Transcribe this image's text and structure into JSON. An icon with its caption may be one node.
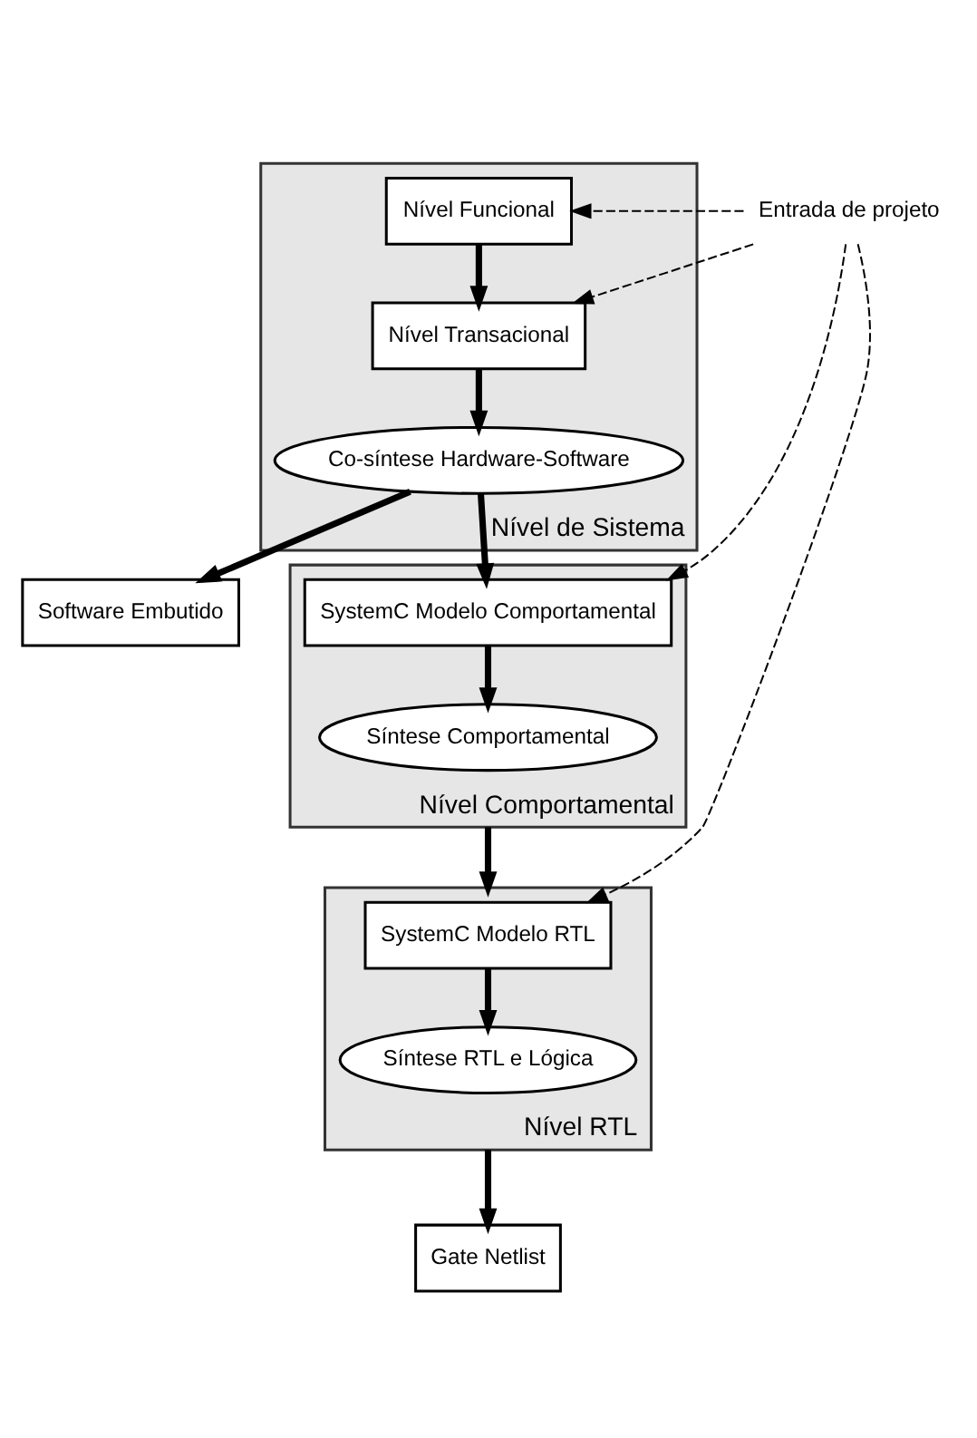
{
  "diagram": {
    "nodes": [
      {
        "text": [
          "Nível de Sistema"
        ]
      },
      {
        "text": [
          "Nível Funcional"
        ],
        "in": 0
      },
      {
        "text": [
          "Nível Transacional"
        ],
        "in": 0
      },
      {
        "text": [
          "Co-síntese Hardware-Software"
        ],
        "in": 0
      },
      {
        "text": [
          "Entrada de projeto"
        ]
      },
      {
        "text": [
          "Software Embutido"
        ]
      },
      {
        "text": [
          "Nível Comportamental"
        ]
      },
      {
        "text": [
          "SystemC Modelo Comportamental"
        ],
        "in": 6
      },
      {
        "text": [
          "Síntese Comportamental"
        ],
        "in": 6
      },
      {
        "text": [
          "Nível RTL"
        ]
      },
      {
        "text": [
          "SystemC Modelo RTL"
        ],
        "in": 9
      },
      {
        "text": [
          "Síntese RTL e Lógica"
        ],
        "in": 9
      },
      {
        "text": [
          "Gate Netlist"
        ]
      }
    ],
    "edges": [
      {
        "from": 1,
        "to": 2,
        "arrow": "to"
      },
      {
        "from": 2,
        "to": 3,
        "arrow": "to"
      },
      {
        "from": 3,
        "to": 5,
        "arrow": "to"
      },
      {
        "from": 3,
        "to": 7,
        "arrow": "to"
      },
      {
        "from": 7,
        "to": 8,
        "arrow": "to"
      },
      {
        "from": 6,
        "to": 9,
        "arrow": "to"
      },
      {
        "from": 10,
        "to": 11,
        "arrow": "to"
      },
      {
        "from": 9,
        "to": 12,
        "arrow": "to"
      },
      {
        "from": 4,
        "to": 1,
        "arrow": "to",
        "style": "dashed"
      },
      {
        "from": 4,
        "to": 2,
        "arrow": "to",
        "style": "dashed"
      },
      {
        "from": 4,
        "to": 7,
        "arrow": "to",
        "style": "dashed"
      },
      {
        "from": 4,
        "to": 10,
        "arrow": "to",
        "style": "dashed"
      }
    ]
  }
}
